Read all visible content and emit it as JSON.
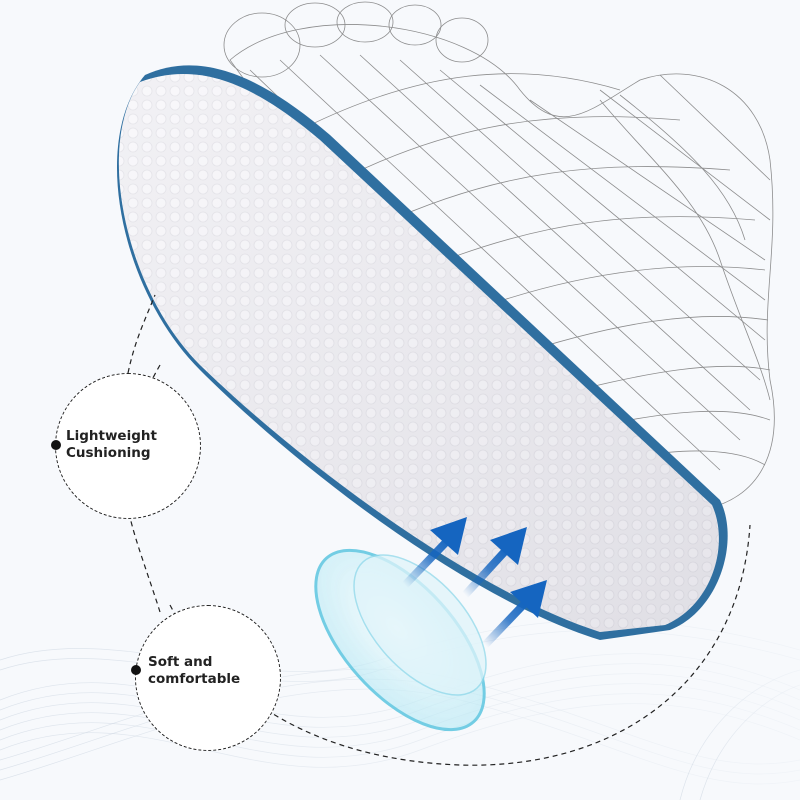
{
  "product": {
    "subject": "insole with wireframe foot",
    "colors": {
      "background": "#f7f9fc",
      "insole_surface": "#ecebf0",
      "insole_edge": "#2f6fa0",
      "arrow": "#1565c0",
      "ring": "#5cc6e0",
      "wireframe": "#7a7a7a",
      "dashed_line": "#222222"
    }
  },
  "callouts": [
    {
      "label_line1": "Lightweight",
      "label_line2": "Cushioning"
    },
    {
      "label_line1": "Soft and",
      "label_line2": "comfortable"
    }
  ],
  "arrows": {
    "count": 3,
    "direction": "up-right"
  }
}
